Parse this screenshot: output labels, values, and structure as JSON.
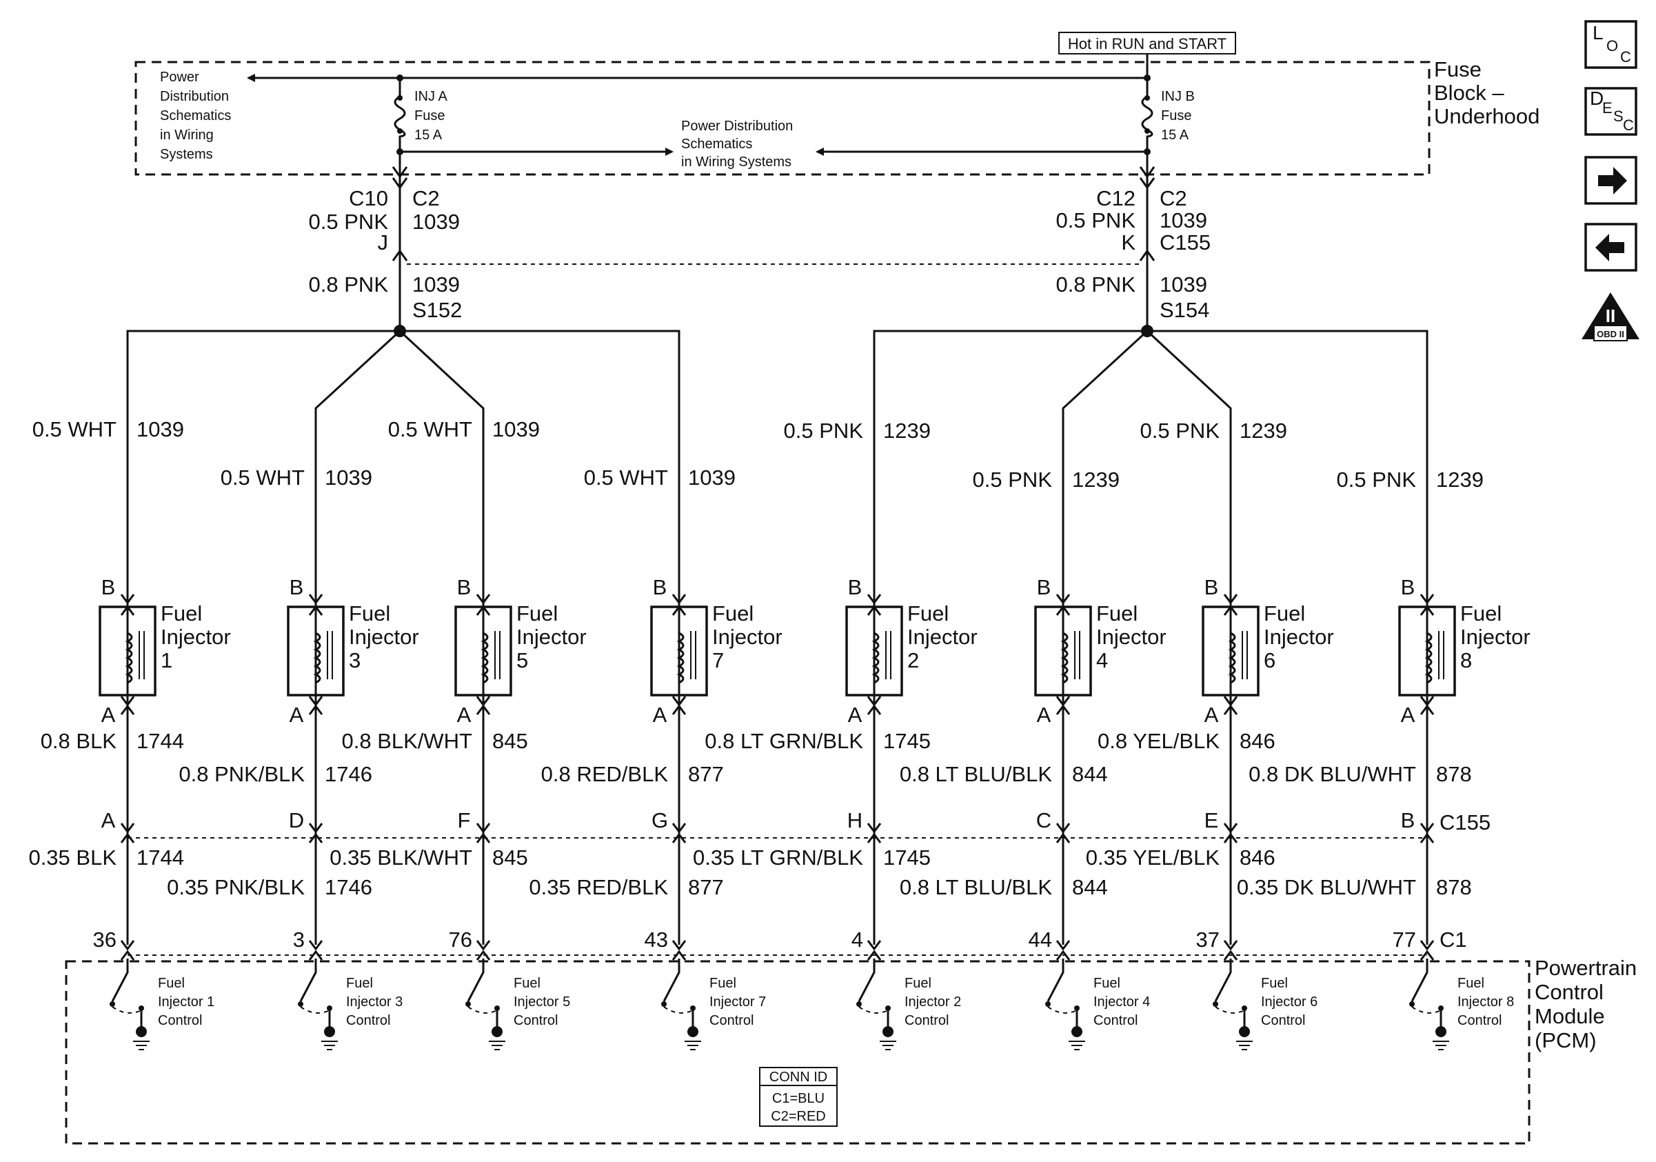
{
  "fuse_block": {
    "hot_label": "Hot in RUN and START",
    "title_line1": "Fuse",
    "title_line2": "Block –",
    "title_line3": "Underhood",
    "pd_left": [
      "Power",
      "Distribution",
      "Schematics",
      "in Wiring",
      "Systems"
    ],
    "pd_center": [
      "Power Distribution",
      "Schematics",
      "in Wiring Systems"
    ],
    "fuse_a": [
      "INJ A",
      "Fuse",
      "15 A"
    ],
    "fuse_b": [
      "INJ B",
      "Fuse",
      "15 A"
    ]
  },
  "feed_a": {
    "conn_left": "C10",
    "conn_right": "C2",
    "wire_color": "0.5 PNK",
    "circuit": "1039",
    "pin": "J",
    "wire2_color": "0.8 PNK",
    "circuit2": "1039",
    "splice": "S152"
  },
  "feed_b": {
    "conn_left": "C12",
    "conn_right": "C2",
    "wire_color": "0.5 PNK",
    "circuit": "1039",
    "pin": "K",
    "connector": "C155",
    "wire2_color": "0.8 PNK",
    "circuit2": "1039",
    "splice": "S154"
  },
  "injectors": [
    {
      "name": [
        "Fuel",
        "Injector",
        "1"
      ],
      "top_wire": "0.5 WHT",
      "top_circuit": "1039",
      "pin_top": "B",
      "pin_bottom": "A",
      "wire1": "0.8 BLK",
      "circuit1": "1744",
      "c155_pin": "A",
      "wire2": "0.35 BLK",
      "circuit2": "1744",
      "pcm_pin": "36",
      "pcm_label": [
        "Fuel",
        "Injector 1",
        "Control"
      ]
    },
    {
      "name": [
        "Fuel",
        "Injector",
        "3"
      ],
      "top_wire": "0.5 WHT",
      "top_circuit": "1039",
      "pin_top": "B",
      "pin_bottom": "A",
      "wire1": "0.8 PNK/BLK",
      "circuit1": "1746",
      "c155_pin": "D",
      "wire2": "0.35 PNK/BLK",
      "circuit2": "1746",
      "pcm_pin": "3",
      "pcm_label": [
        "Fuel",
        "Injector 3",
        "Control"
      ]
    },
    {
      "name": [
        "Fuel",
        "Injector",
        "5"
      ],
      "top_wire": "0.5 WHT",
      "top_circuit": "1039",
      "pin_top": "B",
      "pin_bottom": "A",
      "wire1": "0.8 BLK/WHT",
      "circuit1": "845",
      "c155_pin": "F",
      "wire2": "0.35 BLK/WHT",
      "circuit2": "845",
      "pcm_pin": "76",
      "pcm_label": [
        "Fuel",
        "Injector 5",
        "Control"
      ]
    },
    {
      "name": [
        "Fuel",
        "Injector",
        "7"
      ],
      "top_wire": "0.5 WHT",
      "top_circuit": "1039",
      "pin_top": "B",
      "pin_bottom": "A",
      "wire1": "0.8 RED/BLK",
      "circuit1": "877",
      "c155_pin": "G",
      "wire2": "0.35 RED/BLK",
      "circuit2": "877",
      "pcm_pin": "43",
      "pcm_label": [
        "Fuel",
        "Injector 7",
        "Control"
      ]
    },
    {
      "name": [
        "Fuel",
        "Injector",
        "2"
      ],
      "top_wire": "0.5 PNK",
      "top_circuit": "1239",
      "pin_top": "B",
      "pin_bottom": "A",
      "wire1": "0.8 LT GRN/BLK",
      "circuit1": "1745",
      "c155_pin": "H",
      "wire2": "0.35 LT GRN/BLK",
      "circuit2": "1745",
      "pcm_pin": "4",
      "pcm_label": [
        "Fuel",
        "Injector 2",
        "Control"
      ]
    },
    {
      "name": [
        "Fuel",
        "Injector",
        "4"
      ],
      "top_wire": "0.5 PNK",
      "top_circuit": "1239",
      "pin_top": "B",
      "pin_bottom": "A",
      "wire1": "0.8 LT BLU/BLK",
      "circuit1": "844",
      "c155_pin": "C",
      "wire2": "0.8 LT BLU/BLK",
      "circuit2": "844",
      "pcm_pin": "44",
      "pcm_label": [
        "Fuel",
        "Injector 4",
        "Control"
      ]
    },
    {
      "name": [
        "Fuel",
        "Injector",
        "6"
      ],
      "top_wire": "0.5 PNK",
      "top_circuit": "1239",
      "pin_top": "B",
      "pin_bottom": "A",
      "wire1": "0.8 YEL/BLK",
      "circuit1": "846",
      "c155_pin": "E",
      "wire2": "0.35 YEL/BLK",
      "circuit2": "846",
      "pcm_pin": "37",
      "pcm_label": [
        "Fuel",
        "Injector 6",
        "Control"
      ]
    },
    {
      "name": [
        "Fuel",
        "Injector",
        "8"
      ],
      "top_wire": "0.5 PNK",
      "top_circuit": "1239",
      "pin_top": "B",
      "pin_bottom": "A",
      "wire1": "0.8 DK BLU/WHT",
      "circuit1": "878",
      "c155_pin": "B",
      "wire2": "0.35 DK BLU/WHT",
      "circuit2": "878",
      "pcm_pin": "77",
      "pcm_label": [
        "Fuel",
        "Injector 8",
        "Control"
      ]
    }
  ],
  "c155_label": "C155",
  "c1_label": "C1",
  "pcm": {
    "title": [
      "Powertrain",
      "Control",
      "Module",
      "(PCM)"
    ],
    "conn_id_title": "CONN ID",
    "conn_id_rows": [
      "C1=BLU",
      "C2=RED"
    ]
  },
  "nav": {
    "loc": {
      "big": "L",
      "mid": "O",
      "small": "C"
    },
    "desc": {
      "big": "D",
      "mid": "E",
      "s1": "S",
      "s2": "C"
    },
    "next_icon": "arrow-right-icon",
    "prev_icon": "arrow-left-icon",
    "obd_numeral": "II",
    "obd_text": "OBD II"
  }
}
